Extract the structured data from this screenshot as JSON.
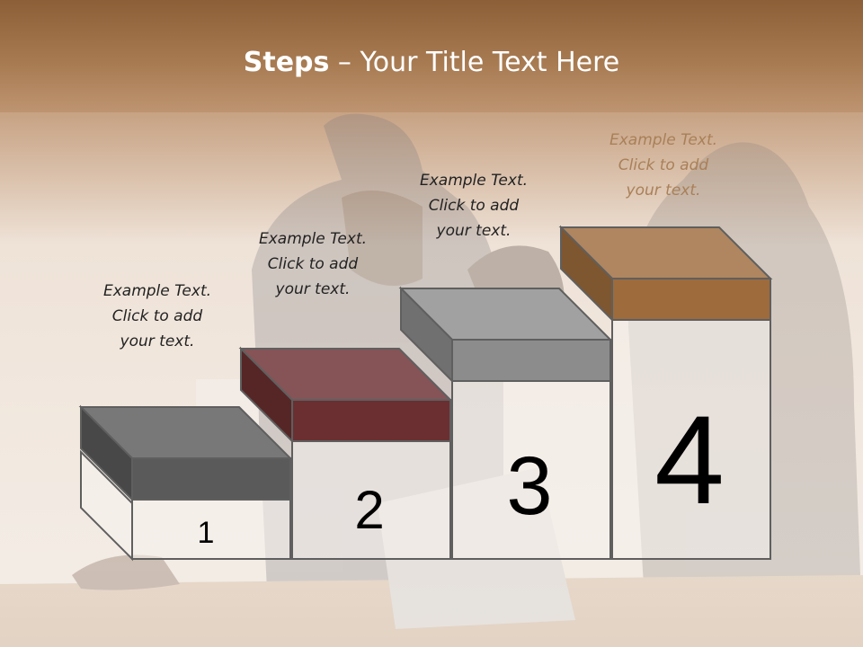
{
  "title": {
    "bold": "Steps",
    "rest": " – Your Title Text Here"
  },
  "steps": [
    {
      "number": "1",
      "caption": [
        "Example Text.",
        "Click  to add",
        "your text."
      ],
      "color": "#5a5a5a"
    },
    {
      "number": "2",
      "caption": [
        "Example Text.",
        "Click  to add",
        "your text."
      ],
      "color": "#6b2f31"
    },
    {
      "number": "3",
      "caption": [
        "Example Text.",
        "Click  to add",
        "your text."
      ],
      "color": "#8c8c8c"
    },
    {
      "number": "4",
      "caption": [
        "Example Text.",
        "Click  to add",
        "your text."
      ],
      "color": "#9d6b3c"
    }
  ],
  "colors": {
    "header": "#a87b52",
    "background": "#f2ece6"
  }
}
